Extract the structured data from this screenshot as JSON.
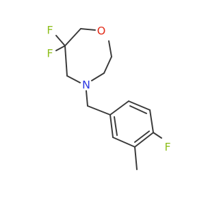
{
  "molecule": {
    "atoms": [
      {
        "id": "F1",
        "symbol": "F"
      },
      {
        "id": "F2",
        "symbol": "F"
      },
      {
        "id": "O",
        "symbol": "O"
      },
      {
        "id": "N",
        "symbol": "N"
      },
      {
        "id": "F3",
        "symbol": "F"
      }
    ],
    "colors": {
      "bond": "#3a3a3a",
      "F": "#8fbf1f",
      "O": "#e32d1b",
      "N": "#2d39e3"
    }
  }
}
